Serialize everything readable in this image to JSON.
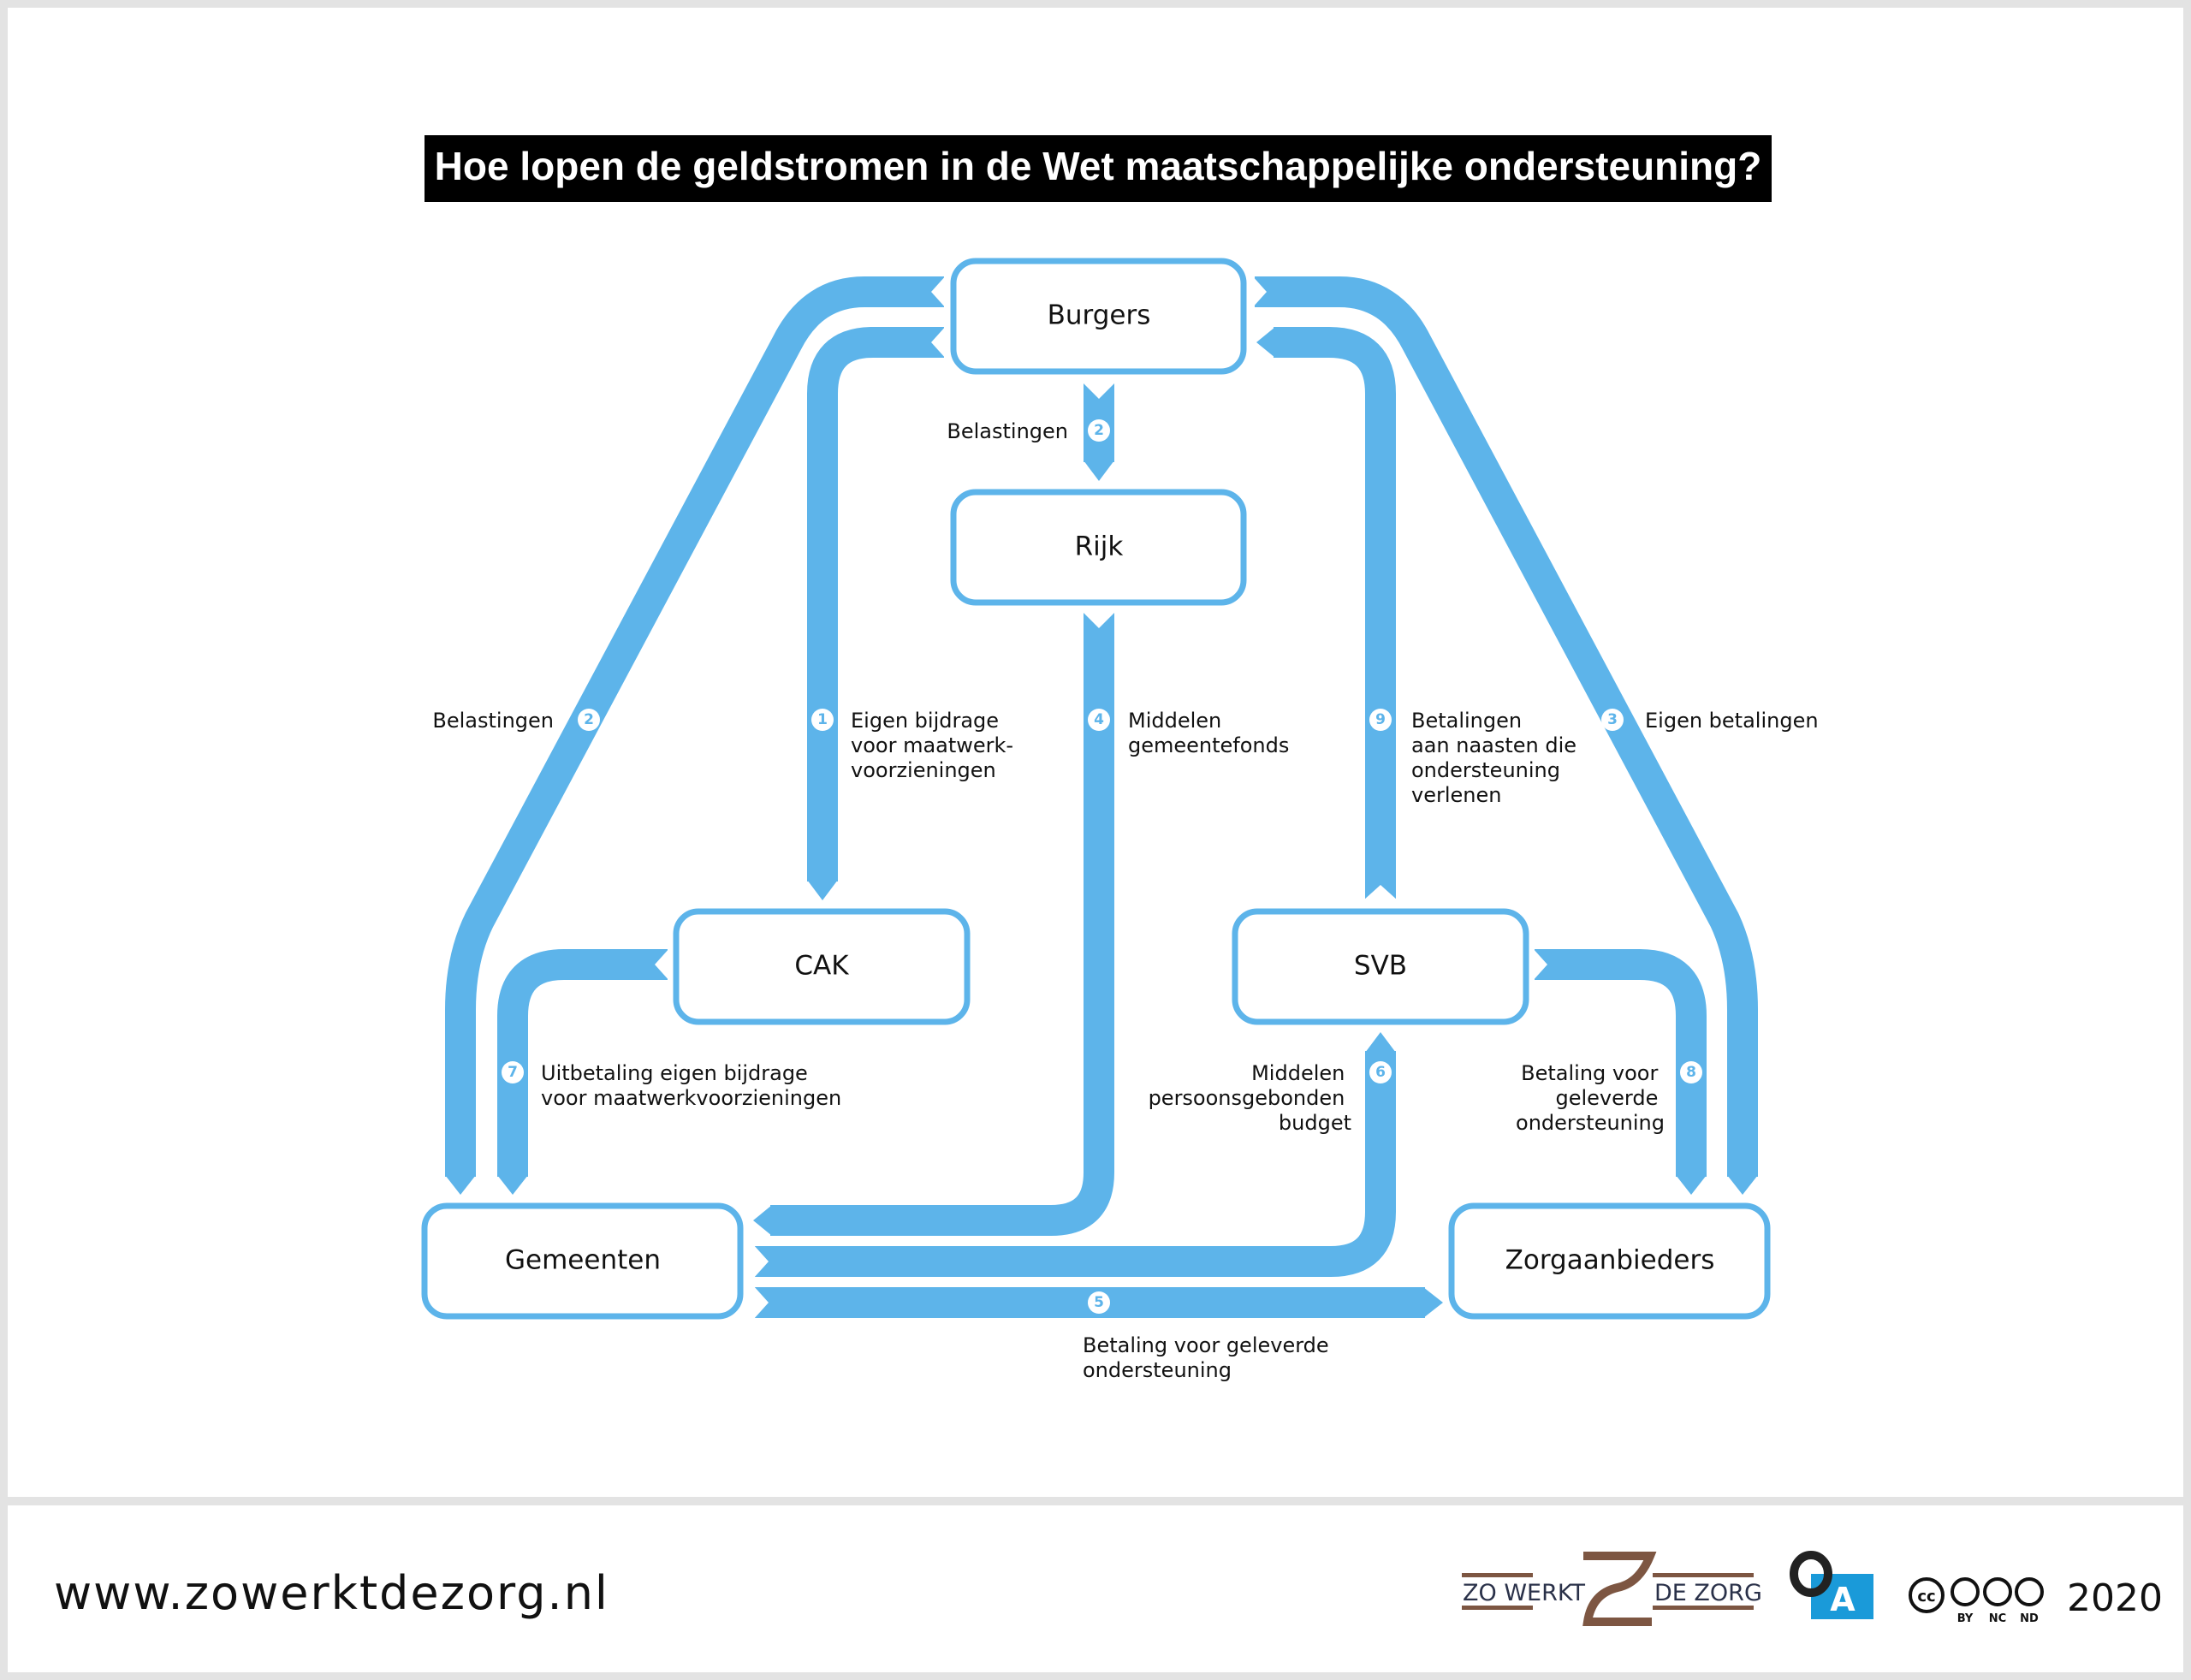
{
  "title": "Hoe lopen de geldstromen in de Wet maatschappelijke ondersteuning?",
  "colors": {
    "flow": "#5db4ea",
    "title_bg": "#000000",
    "logo_brown": "#7d5642",
    "logo_blue": "#1a9ad9"
  },
  "nodes": {
    "burgers": "Burgers",
    "rijk": "Rijk",
    "cak": "CAK",
    "svb": "SVB",
    "gemeenten": "Gemeenten",
    "zorgaanbieders": "Zorgaanbieders"
  },
  "flows": {
    "f2a": {
      "num": "2",
      "lines": [
        "Belastingen"
      ]
    },
    "f2b": {
      "num": "2",
      "lines": [
        "Belastingen"
      ]
    },
    "f1": {
      "num": "1",
      "lines": [
        "Eigen bijdrage",
        "voor maatwerk-",
        "voorzieningen"
      ]
    },
    "f4": {
      "num": "4",
      "lines": [
        "Middelen",
        "gemeentefonds"
      ]
    },
    "f9": {
      "num": "9",
      "lines": [
        "Betalingen",
        "aan naasten die",
        "ondersteuning",
        "verlenen"
      ]
    },
    "f3": {
      "num": "3",
      "lines": [
        "Eigen betalingen"
      ]
    },
    "f7": {
      "num": "7",
      "lines": [
        "Uitbetaling eigen bijdrage",
        "voor maatwerkvoorzieningen"
      ]
    },
    "f6": {
      "num": "6",
      "lines": [
        "Middelen",
        "persoonsgebonden",
        "budget"
      ]
    },
    "f8": {
      "num": "8",
      "lines": [
        "Betaling voor",
        "geleverde",
        "ondersteuning"
      ]
    },
    "f5": {
      "num": "5",
      "lines": [
        "Betaling voor geleverde",
        "ondersteuning"
      ]
    }
  },
  "footer": {
    "url": "www.zowerktdezorg.nl",
    "logo_left": "ZO WERKT",
    "logo_right": "DE ZORG",
    "oa_letter": "A",
    "cc": "cc",
    "cc_by": "BY",
    "cc_nc": "NC",
    "cc_nd": "ND",
    "year": "2020"
  }
}
